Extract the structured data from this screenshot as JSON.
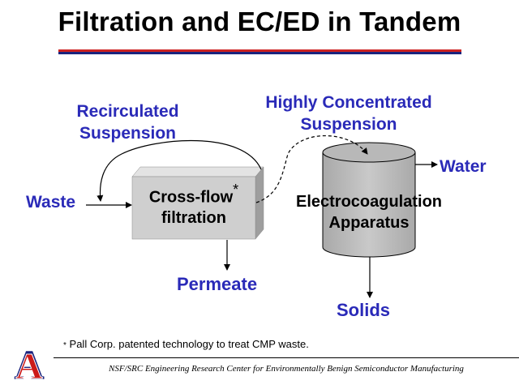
{
  "title": "Filtration and EC/ED in Tandem",
  "colors": {
    "rule_red": "#cc2222",
    "rule_blue": "#1a237e",
    "label_blue": "#2a2ab8",
    "box_face": "#cfcfcf",
    "box_side": "#9e9e9e"
  },
  "labels": {
    "recirculated": [
      "Recirculated",
      "Suspension"
    ],
    "concentrated": [
      "Highly Concentrated",
      "Suspension"
    ],
    "waste": "Waste",
    "water": "Water",
    "permeate": "Permeate",
    "solids": "Solids"
  },
  "filter_box": {
    "line1": "Cross-flow",
    "asterisk": "*",
    "line2": "filtration"
  },
  "cylinder": {
    "line1": "Electrocoagulation",
    "line2": "Apparatus"
  },
  "footnote": {
    "marker": "*",
    "text": "Pall Corp. patented technology to treat CMP waste."
  },
  "footer": "NSF/SRC Engineering Research Center for Environmentally Benign Semiconductor Manufacturing",
  "logo": {
    "letter": "A"
  }
}
